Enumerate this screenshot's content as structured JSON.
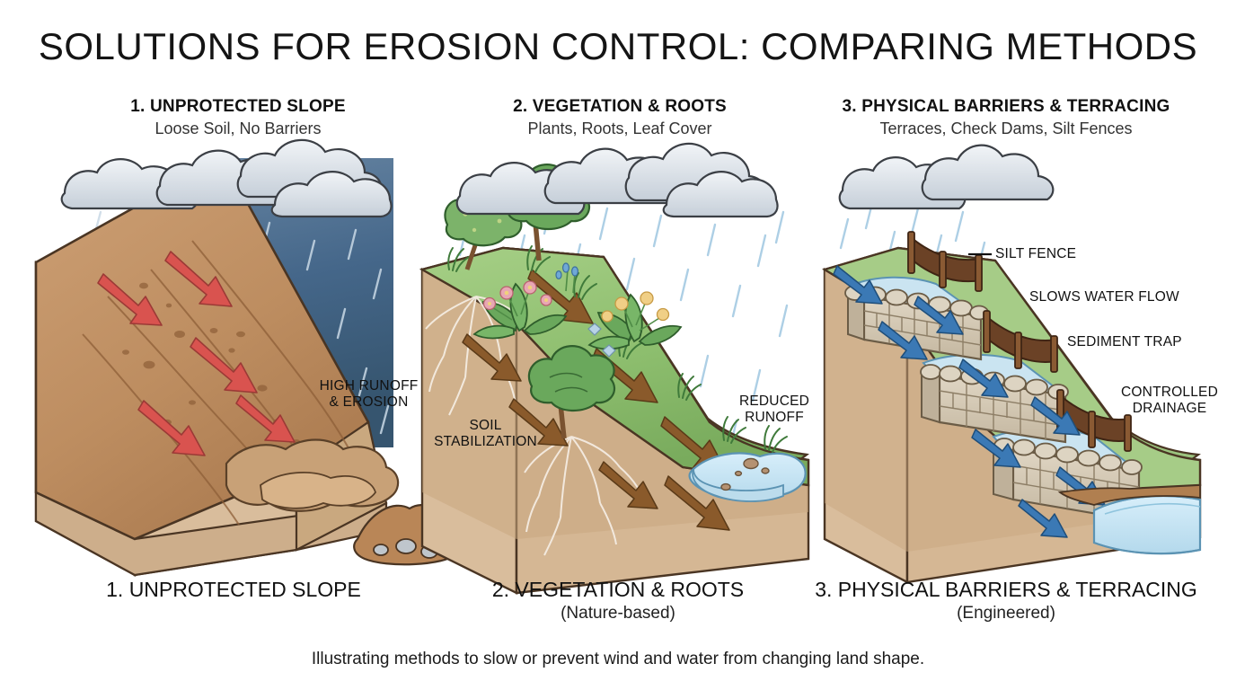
{
  "title": "SOLUTIONS FOR EROSION CONTROL: COMPARING METHODS",
  "footer": "Illustrating methods to slow or prevent wind and water from changing land shape.",
  "panels": [
    {
      "id": "unprotected-slope",
      "header_title": "1. UNPROTECTED SLOPE",
      "header_sub": "Loose Soil, No Barriers",
      "caption_title": "1. UNPROTECTED SLOPE",
      "caption_sub": "",
      "labels": [
        {
          "name": "high-runoff-erosion",
          "text": "HIGH RUNOFF\n& EROSION"
        }
      ]
    },
    {
      "id": "vegetation-roots",
      "header_title": "2. VEGETATION & ROOTS",
      "header_sub": "Plants, Roots, Leaf Cover",
      "caption_title": "2. VEGETATION & ROOTS",
      "caption_sub": "(Nature-based)",
      "labels": [
        {
          "name": "soil-stabilization",
          "text": "SOIL\nSTABILIZATION"
        },
        {
          "name": "reduced-runoff",
          "text": "REDUCED\nRUNOFF"
        }
      ]
    },
    {
      "id": "physical-barriers-terracing",
      "header_title": "3. PHYSICAL BARRIERS & TERRACING",
      "header_sub": "Terraces, Check Dams, Silt Fences",
      "caption_title": "3. PHYSICAL BARRIERS & TERRACING",
      "caption_sub": "(Engineered)",
      "labels": [
        {
          "name": "silt-fence",
          "text": "SILT FENCE"
        },
        {
          "name": "slows-water-flow",
          "text": "SLOWS WATER FLOW"
        },
        {
          "name": "sediment-trap",
          "text": "SEDIMENT TRAP"
        },
        {
          "name": "controlled-drainage",
          "text": "CONTROLLED\nDRAINAGE"
        }
      ]
    }
  ],
  "colors": {
    "background": "#ffffff",
    "text": "#111111",
    "rain_sky": "#3f5f80",
    "rain_sky_light": "#6d8aa6",
    "cloud_fill": "#dfe4ea",
    "cloud_shadow": "#c3ccd6",
    "soil_top": "#c79a6d",
    "soil_side": "#d9bd9c",
    "soil_dark": "#a97c53",
    "soil_outline": "#3a2a1c",
    "erosion_arrow": "#d94f4f",
    "erosion_arrow_dark": "#b23b3b",
    "vegetation_green": "#8fbf72",
    "vegetation_green_dark": "#4f8c46",
    "shrub_green": "#6aa85c",
    "root_white": "#f4ece2",
    "brown_arrow": "#8a5a2b",
    "water_pale": "#c6e2f0",
    "water_edge": "#8fc4dd",
    "water_arrow": "#3b79b5",
    "stone_fill": "#cfc3ae",
    "stone_light": "#e2d9c8",
    "stone_outline": "#6b5c46",
    "fence_brown": "#6b4226",
    "flower_pink": "#e49aa8",
    "flower_yellow": "#e8c96a"
  }
}
